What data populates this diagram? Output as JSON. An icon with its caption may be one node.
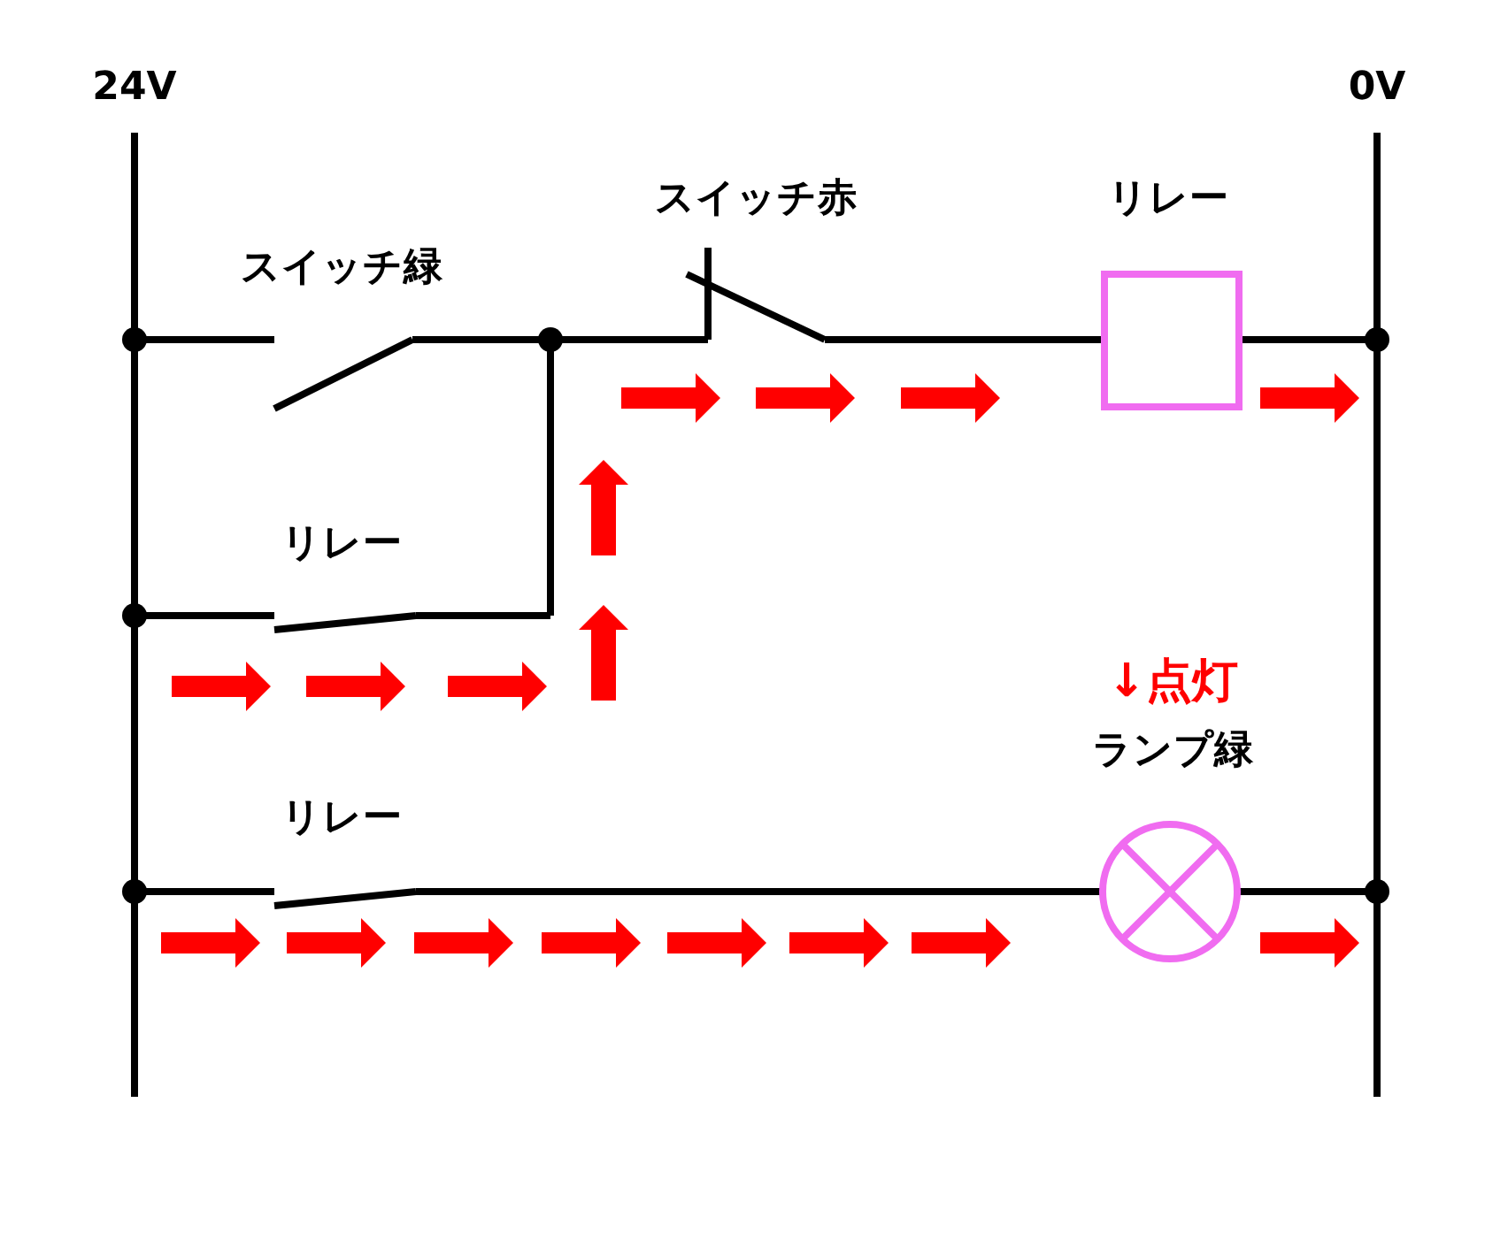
{
  "diagram": {
    "nodes": [
      {
        "text": [
          "リレー"
        ]
      },
      {
        "text": [
          "ランプ緑"
        ],
        "beside": [
          "↓点灯"
        ]
      }
    ],
    "labels": [
      "24V",
      "0V",
      "スイッチ赤",
      "スイッチ緑",
      "リレー",
      "リレー"
    ]
  }
}
